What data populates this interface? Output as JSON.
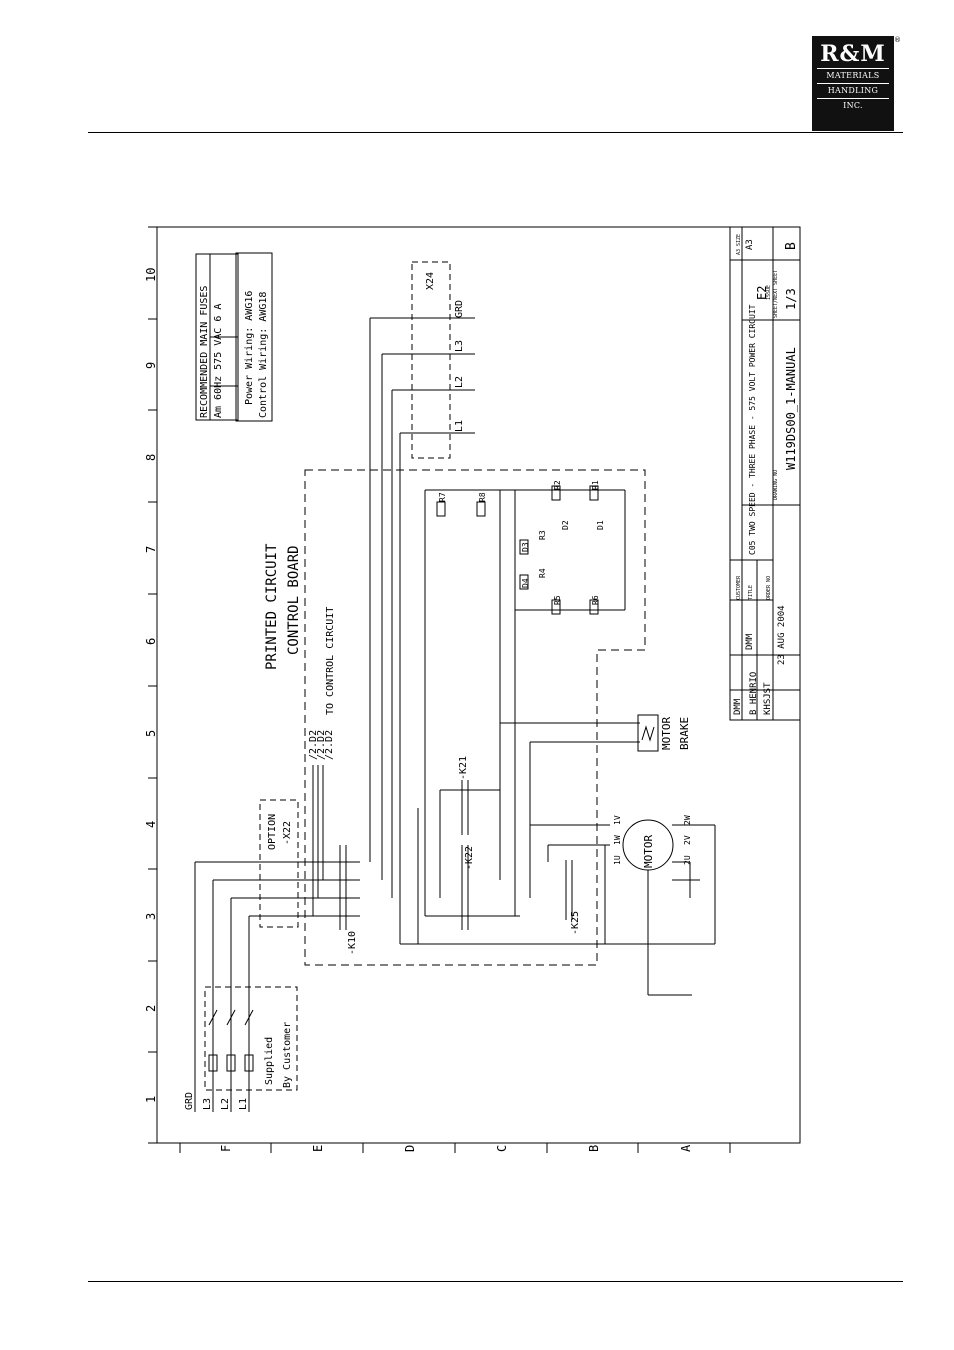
{
  "logo": {
    "line1": "R&M",
    "line2": "MATERIALS",
    "line3": "HANDLING",
    "line4": "INC.",
    "reg": "®"
  },
  "grid": {
    "cols": [
      "1",
      "2",
      "3",
      "4",
      "5",
      "6",
      "7",
      "8",
      "9",
      "10"
    ],
    "rows": [
      "F",
      "E",
      "D",
      "C",
      "B",
      "A"
    ]
  },
  "labels": {
    "fuses_title": "RECOMMENDED MAIN FUSES",
    "fuses_row": "Am  60Hz  575 VAC   6 A",
    "power_wiring": "Power Wiring: AWG16",
    "control_wiring": "Control Wiring: AWG18",
    "pcb1": "PRINTED CIRCUIT",
    "pcb2": "CONTROL BOARD",
    "control_circuit": "TO CONTROL CIRCUIT",
    "option": "OPTION",
    "x22": "-X22",
    "x24": "X24",
    "supplied1": "Supplied",
    "supplied2": "By Customer",
    "k10": "-K10",
    "k21": "-K21",
    "k22": "-K22",
    "k25": "-K25",
    "motor": "MOTOR",
    "motor_brake1": "MOTOR",
    "motor_brake2": "BRAKE",
    "grd": "GRD",
    "l1": "L1",
    "l2": "L2",
    "l3": "L3",
    "d2_ref1": "/2.D2",
    "d2_ref2": "/2.D2",
    "d2_ref3": "/2.D2",
    "r1": "R1",
    "r2": "R2",
    "r3": "R3",
    "r4": "R4",
    "r5": "R5",
    "r6": "R6",
    "r7": "R7",
    "r8": "R8",
    "d1": "D1",
    "d2": "D2",
    "d3": "D3",
    "d4": "D4",
    "u1": "1U",
    "v1": "1V",
    "w1": "1W",
    "u2": "2U",
    "v2": "2V",
    "w2": "2W"
  },
  "title_block": {
    "title": "C05 TWO SPEED - THREE PHASE - 575 VOLT POWER CIRCUIT",
    "drawing_no": "W119DS00_1-MANUAL",
    "sheet_code": "E2",
    "sheet": "1/3",
    "issue": "B",
    "size": "A3",
    "drawn": "DMM",
    "checked": "DMM",
    "design": "B HENRIO",
    "approved": "KHSJST",
    "date": "23 AUG 2004",
    "hdr_title": "TITLE",
    "hdr_customer": "CUSTOMER",
    "hdr_order": "ORDER NO",
    "hdr_drawing": "DRAWING NO",
    "hdr_sheet": "SHEET/NEXT SHEET",
    "hdr_issue": "ISSUE",
    "hdr_size": "A3 SIZE"
  }
}
